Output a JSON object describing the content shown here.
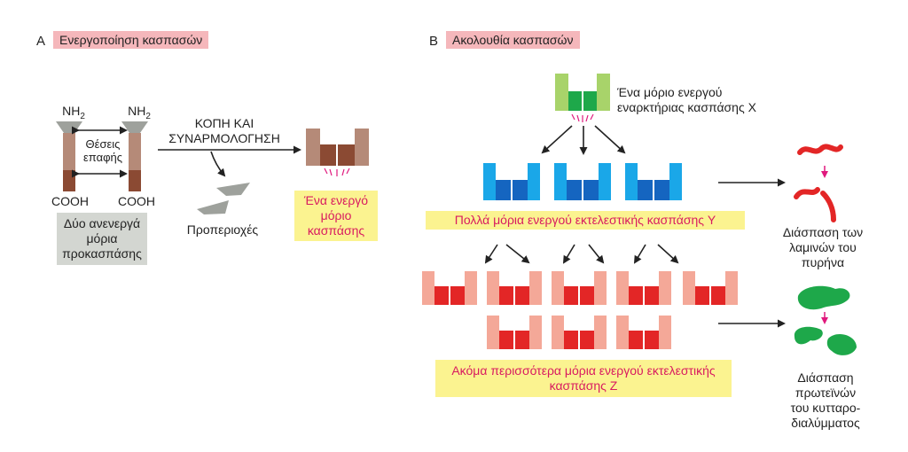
{
  "panel_a": {
    "letter": "A",
    "title": "Ενεργοποίηση κασπασών",
    "nh2_left": "NH",
    "nh2_right": "NH",
    "nh2_sub": "2",
    "contact_sites": "Θέσεις επαφής",
    "cooh_left": "COOH",
    "cooh_right": "COOH",
    "two_inactive": "Δύο ανενεργά μόρια προκασπάσης",
    "cut_assembly_line1": "ΚΟΠΗ ΚΑΙ",
    "cut_assembly_line2": "ΣΥΝΑΡΜΟΛΟΓΗΣΗ",
    "prodomains": "Προπεριοχές",
    "active_molecule": "Ένα ενεργό μόριο κασπάσης"
  },
  "panel_b": {
    "letter": "B",
    "title": "Ακολουθία κασπασών",
    "initiator": "Ένα μόριο ενεργού εναρκτήριας κασπάσης X",
    "executioner_y": "Πολλά μόρια ενεργού εκτελεστικής κασπάσης Y",
    "executioner_z": "Ακόμα περισσότερα μόρια ενεργού εκτελεστικής κασπάσης Z",
    "lamina": "Διάσπαση των λαμινών του πυρήνα",
    "cytoskeleton": "Διάσπαση πρωτεϊνών του κυτταρο-διαλύμματος"
  },
  "colors": {
    "title_bg": "#f5b7bb",
    "yellow_box": "#fbf390",
    "magenta_text": "#d81b60",
    "gray_box": "#d3d6d1",
    "caspase_brown": "#b58a78",
    "caspase_dark": "#8b4a33",
    "initiator_light": "#a8d36a",
    "initiator_dark": "#1ea84a",
    "exec_y_light": "#1aa7e8",
    "exec_y_dark": "#1565c0",
    "exec_z_light": "#f4a898",
    "exec_z_dark": "#e32626",
    "lamina_red": "#e32626",
    "protein_green": "#1ea84a",
    "arrow_magenta": "#e0197d"
  }
}
